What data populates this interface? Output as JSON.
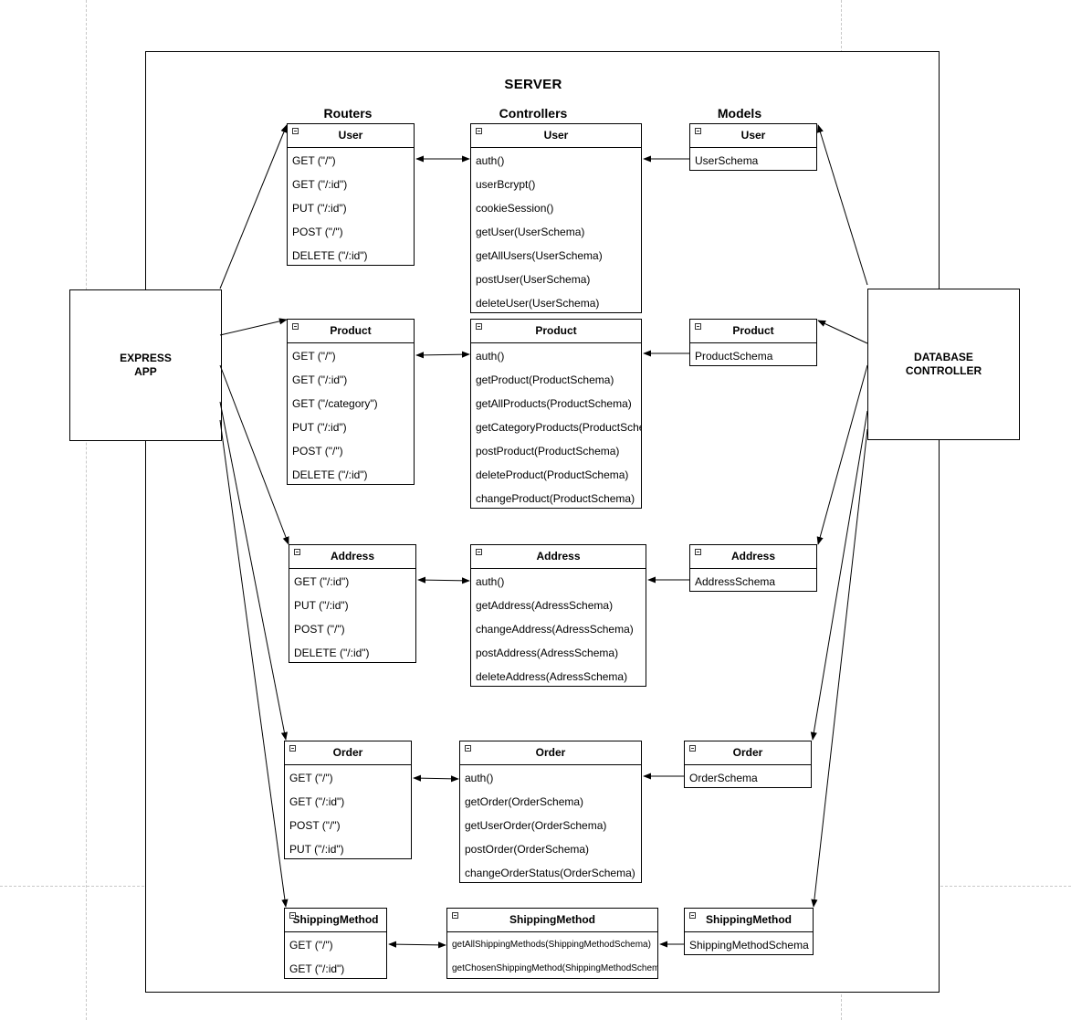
{
  "title": "SERVER",
  "columns": {
    "routers": "Routers",
    "controllers": "Controllers",
    "models": "Models"
  },
  "express_app": "EXPRESS\nAPP",
  "database_controller": "DATABASE\nCONTROLLER",
  "groups": [
    {
      "name": "user",
      "router": {
        "title": "User",
        "rows": [
          "GET (\"/\")",
          "GET (\"/:id\")",
          "PUT (\"/:id\")",
          "POST (\"/\")",
          "DELETE (\"/:id\")"
        ]
      },
      "controller": {
        "title": "User",
        "rows": [
          "auth()",
          "userBcrypt()",
          "cookieSession()",
          "getUser(UserSchema)",
          "getAllUsers(UserSchema)",
          "postUser(UserSchema)",
          "deleteUser(UserSchema)"
        ]
      },
      "model": {
        "title": "User",
        "rows": [
          "UserSchema"
        ]
      }
    },
    {
      "name": "product",
      "router": {
        "title": "Product",
        "rows": [
          "GET (\"/\")",
          "GET (\"/:id\")",
          "GET (\"/category\")",
          "PUT (\"/:id\")",
          "POST (\"/\")",
          "DELETE (\"/:id\")"
        ]
      },
      "controller": {
        "title": "Product",
        "rows": [
          "auth()",
          "getProduct(ProductSchema)",
          "getAllProducts(ProductSchema)",
          "getCategoryProducts(ProductSchema)",
          "postProduct(ProductSchema)",
          "deleteProduct(ProductSchema)",
          "changeProduct(ProductSchema)"
        ]
      },
      "model": {
        "title": "Product",
        "rows": [
          "ProductSchema"
        ]
      }
    },
    {
      "name": "address",
      "router": {
        "title": "Address",
        "rows": [
          "GET (\"/:id\")",
          "PUT (\"/:id\")",
          "POST (\"/\")",
          "DELETE (\"/:id\")"
        ]
      },
      "controller": {
        "title": "Address",
        "rows": [
          "auth()",
          "getAddress(AdressSchema)",
          "changeAddress(AdressSchema)",
          "postAddress(AdressSchema)",
          "deleteAddress(AdressSchema)"
        ]
      },
      "model": {
        "title": "Address",
        "rows": [
          "AddressSchema"
        ]
      }
    },
    {
      "name": "order",
      "router": {
        "title": "Order",
        "rows": [
          "GET (\"/\")",
          "GET (\"/:id\")",
          "POST (\"/\")",
          "PUT (\"/:id\")"
        ]
      },
      "controller": {
        "title": "Order",
        "rows": [
          "auth()",
          "getOrder(OrderSchema)",
          "getUserOrder(OrderSchema)",
          "postOrder(OrderSchema)",
          "changeOrderStatus(OrderSchema)"
        ]
      },
      "model": {
        "title": "Order",
        "rows": [
          "OrderSchema"
        ]
      }
    },
    {
      "name": "shipping",
      "router": {
        "title": "ShippingMethod",
        "rows": [
          "GET (\"/\")",
          "GET (\"/:id\")"
        ]
      },
      "controller": {
        "title": "ShippingMethod",
        "rows": [
          "getAllShippingMethods(ShippingMethodSchema)",
          "getChosenShippingMethod(ShippingMethodSchema)"
        ]
      },
      "model": {
        "title": "ShippingMethod",
        "rows": [
          "ShippingMethodSchema"
        ]
      }
    }
  ]
}
